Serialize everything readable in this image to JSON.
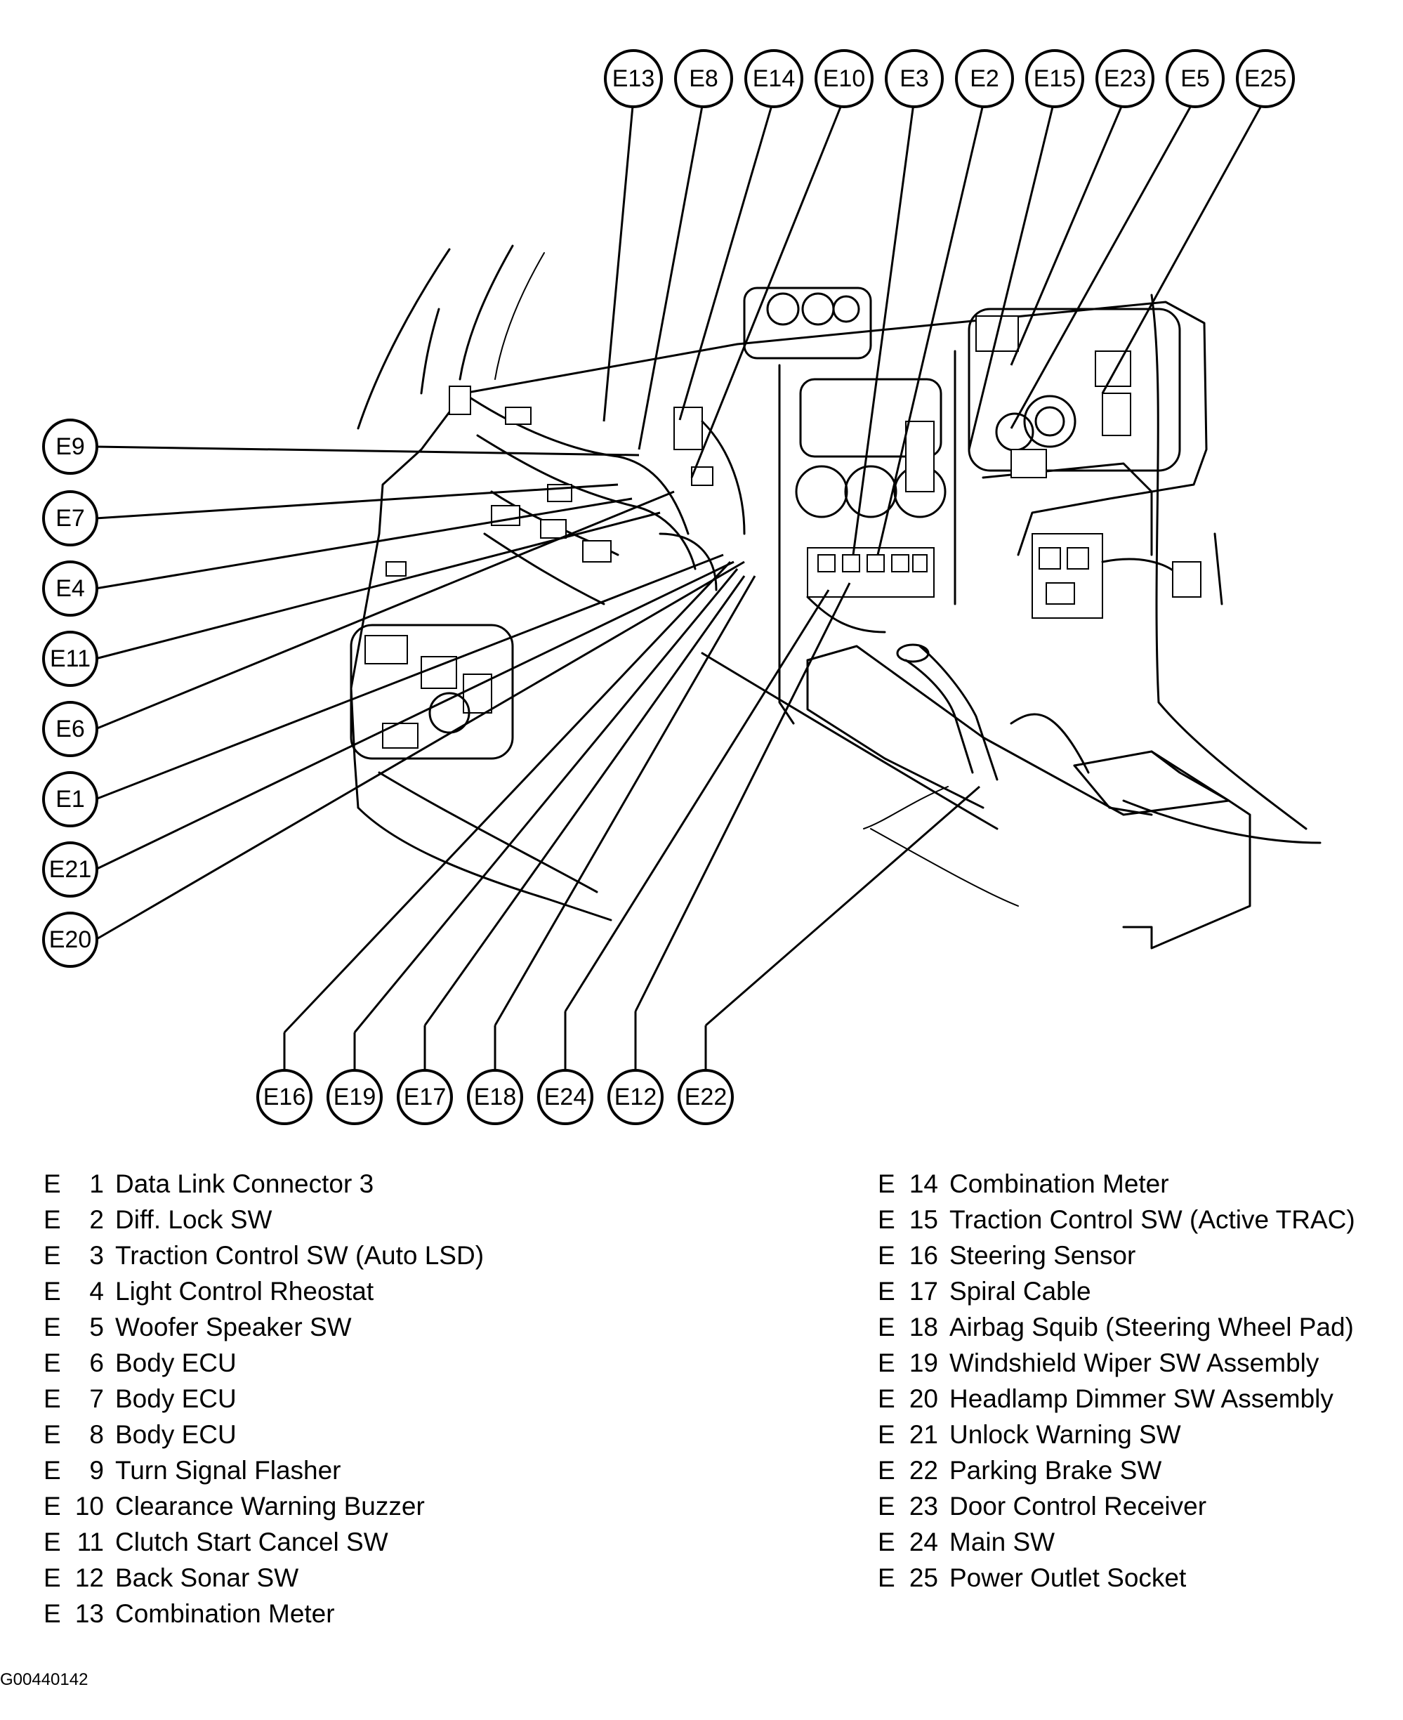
{
  "callouts": {
    "top": [
      "E13",
      "E8",
      "E14",
      "E10",
      "E3",
      "E2",
      "E15",
      "E23",
      "E5",
      "E25"
    ],
    "left": [
      "E9",
      "E7",
      "E4",
      "E11",
      "E6",
      "E1",
      "E21",
      "E20"
    ],
    "bottom": [
      "E16",
      "E19",
      "E17",
      "E18",
      "E24",
      "E12",
      "E22"
    ]
  },
  "legend": {
    "left": [
      {
        "prefix": "E",
        "num": "1",
        "desc": "Data Link Connector 3"
      },
      {
        "prefix": "E",
        "num": "2",
        "desc": "Diff. Lock SW"
      },
      {
        "prefix": "E",
        "num": "3",
        "desc": "Traction Control SW (Auto LSD)"
      },
      {
        "prefix": "E",
        "num": "4",
        "desc": "Light Control Rheostat"
      },
      {
        "prefix": "E",
        "num": "5",
        "desc": "Woofer Speaker SW"
      },
      {
        "prefix": "E",
        "num": "6",
        "desc": "Body ECU"
      },
      {
        "prefix": "E",
        "num": "7",
        "desc": "Body ECU"
      },
      {
        "prefix": "E",
        "num": "8",
        "desc": "Body ECU"
      },
      {
        "prefix": "E",
        "num": "9",
        "desc": "Turn Signal Flasher"
      },
      {
        "prefix": "E",
        "num": "10",
        "desc": "Clearance Warning Buzzer"
      },
      {
        "prefix": "E",
        "num": "11",
        "desc": "Clutch Start Cancel SW"
      },
      {
        "prefix": "E",
        "num": "12",
        "desc": "Back Sonar SW"
      },
      {
        "prefix": "E",
        "num": "13",
        "desc": "Combination Meter"
      }
    ],
    "right": [
      {
        "prefix": "E",
        "num": "14",
        "desc": "Combination Meter"
      },
      {
        "prefix": "E",
        "num": "15",
        "desc": "Traction Control SW (Active TRAC)"
      },
      {
        "prefix": "E",
        "num": "16",
        "desc": "Steering Sensor"
      },
      {
        "prefix": "E",
        "num": "17",
        "desc": "Spiral Cable"
      },
      {
        "prefix": "E",
        "num": "18",
        "desc": "Airbag Squib (Steering Wheel Pad)"
      },
      {
        "prefix": "E",
        "num": "19",
        "desc": "Windshield Wiper SW Assembly"
      },
      {
        "prefix": "E",
        "num": "20",
        "desc": "Headlamp Dimmer SW Assembly"
      },
      {
        "prefix": "E",
        "num": "21",
        "desc": "Unlock Warning SW"
      },
      {
        "prefix": "E",
        "num": "22",
        "desc": "Parking Brake SW"
      },
      {
        "prefix": "E",
        "num": "23",
        "desc": "Door Control Receiver"
      },
      {
        "prefix": "E",
        "num": "24",
        "desc": "Main SW"
      },
      {
        "prefix": "E",
        "num": "25",
        "desc": "Power Outlet Socket"
      }
    ]
  },
  "figure_id": "G00440142"
}
